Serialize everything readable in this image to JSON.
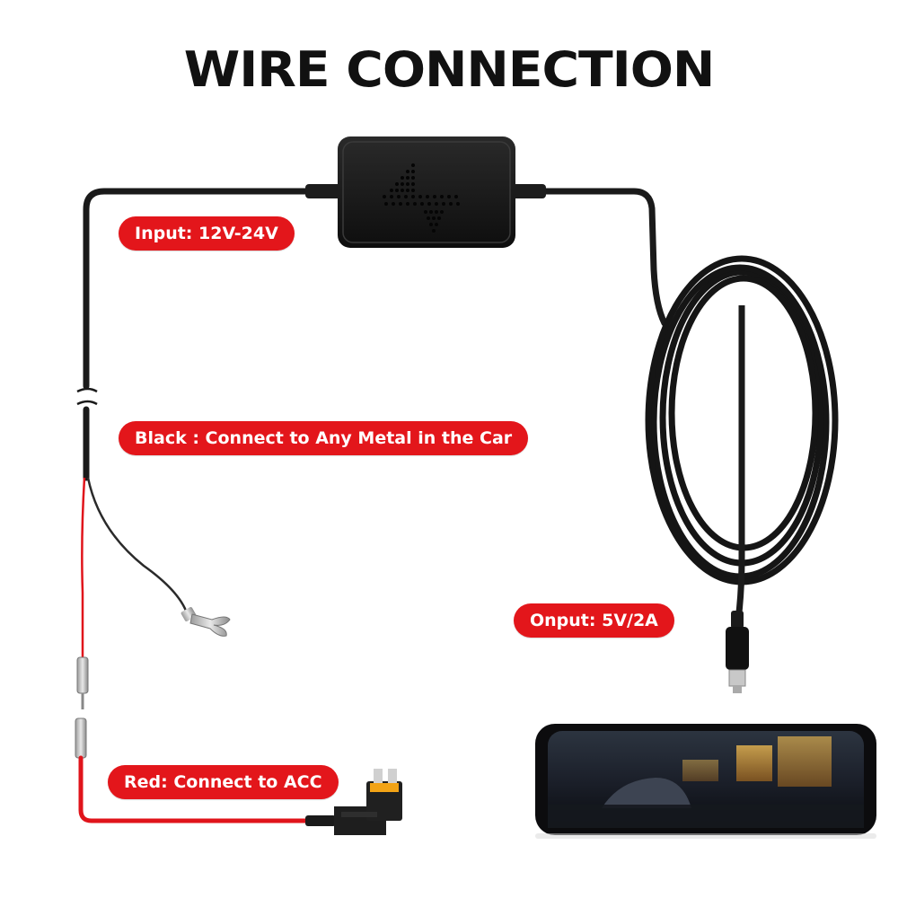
{
  "title": "WIRE CONNECTION",
  "labels": {
    "input": "Input: 12V-24V",
    "black": "Black : Connect to Any Metal in the Car",
    "output": "Onput: 5V/2A",
    "red": "Red: Connect to ACC"
  },
  "colors": {
    "label_bg": "#e3161b",
    "label_text": "#ffffff",
    "cable": "#1a1a1a",
    "red_wire": "#e0141b",
    "title": "#111111"
  },
  "icons": {
    "converter": "lightning-bolt-dot-icon",
    "ground_terminal": "fork-terminal",
    "connector": "micro-usb-plug",
    "fuse_tap": "add-a-circuit-fuse-tap"
  }
}
